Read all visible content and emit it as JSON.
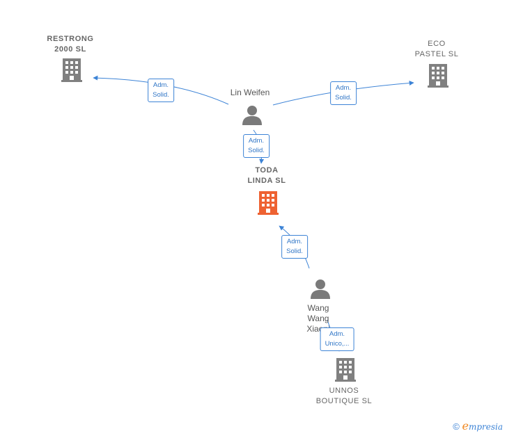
{
  "colors": {
    "edge": "#3c83d6",
    "company_icon": "#808080",
    "focus_company_icon": "#ee6232",
    "person_icon": "#7a7a7a",
    "text": "#666666"
  },
  "companies": {
    "restrong": {
      "line1": "RESTRONG",
      "line2": "2000  SL"
    },
    "eco": {
      "line1": "ECO",
      "line2": "PASTEL  SL"
    },
    "toda": {
      "line1": "TODA",
      "line2": "LINDA  SL"
    },
    "unnos": {
      "line1": "UNNOS",
      "line2": "BOUTIQUE  SL"
    }
  },
  "persons": {
    "lin": {
      "name": "Lin Weifen"
    },
    "wang": {
      "line1": "Wang",
      "line2": "Wang",
      "line3": "Xiaoni"
    }
  },
  "edges": {
    "lin_restrong": {
      "line1": "Adm.",
      "line2": "Solid."
    },
    "lin_eco": {
      "line1": "Adm.",
      "line2": "Solid."
    },
    "lin_toda": {
      "line1": "Adm.",
      "line2": "Solid."
    },
    "wang_toda": {
      "line1": "Adm.",
      "line2": "Solid."
    },
    "wang_unnos": {
      "line1": "Adm.",
      "line2": "Unico,..."
    }
  },
  "brand": {
    "copyright": "©",
    "e": "e",
    "word": "mpresia"
  }
}
